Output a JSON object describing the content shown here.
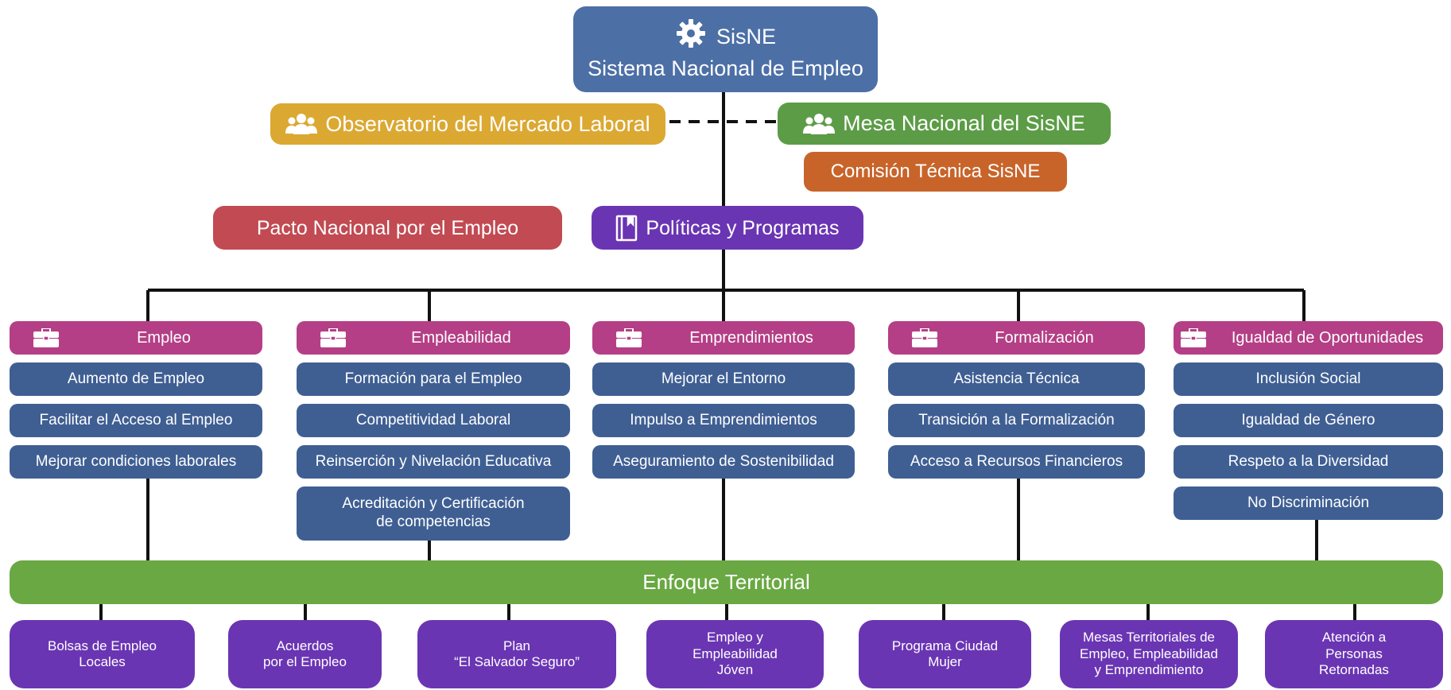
{
  "top": {
    "line1": "SisNE",
    "line2": "Sistema Nacional de Empleo"
  },
  "observatorio": "Observatorio del Mercado Laboral",
  "mesa_nacional": "Mesa Nacional del SisNE",
  "comision": "Comisión Técnica SisNE",
  "pacto": "Pacto Nacional por el Empleo",
  "politicas": "Políticas y Programas",
  "columns": [
    {
      "header": "Empleo",
      "items": [
        "Aumento de Empleo",
        "Facilitar el Acceso al Empleo",
        "Mejorar condiciones laborales"
      ]
    },
    {
      "header": "Empleabilidad",
      "items": [
        "Formación para el Empleo",
        "Competitividad Laboral",
        "Reinserción y Nivelación Educativa",
        "Acreditación y Certificación\nde competencias"
      ]
    },
    {
      "header": "Emprendimientos",
      "items": [
        "Mejorar el Entorno",
        "Impulso a Emprendimientos",
        "Aseguramiento de Sostenibilidad"
      ]
    },
    {
      "header": "Formalización",
      "items": [
        "Asistencia Técnica",
        "Transición a la Formalización",
        "Acceso a Recursos Financieros"
      ]
    },
    {
      "header": "Igualdad de Oportunidades",
      "items": [
        "Inclusión Social",
        "Igualdad de Género",
        "Respeto a la Diversidad",
        "No Discriminación"
      ]
    }
  ],
  "territorial": "Enfoque Territorial",
  "bottom": [
    "Bolsas de Empleo\nLocales",
    "Acuerdos\npor el Empleo",
    "Plan\n“El Salvador Seguro”",
    "Empleo y\nEmpleabilidad\nJóven",
    "Programa Ciudad\nMujer",
    "Mesas Territoriales de\nEmpleo, Empleabilidad\ny Emprendimiento",
    "Atención a\nPersonas\nRetornadas"
  ],
  "icons": {
    "top": "gear-icon",
    "observatorio": "people-icon",
    "mesa": "people-icon",
    "politicas": "book-icon",
    "headers": "briefcase-icon"
  },
  "colors": {
    "top": "#4c6fa6",
    "observatorio": "#dba832",
    "mesa": "#5c9c46",
    "comision": "#c8642a",
    "pacto": "#c24a52",
    "politicas": "#6a35b3",
    "header": "#b43f86",
    "item": "#3f5f93",
    "territorial": "#6aa843",
    "bottom": "#6a35b3"
  }
}
